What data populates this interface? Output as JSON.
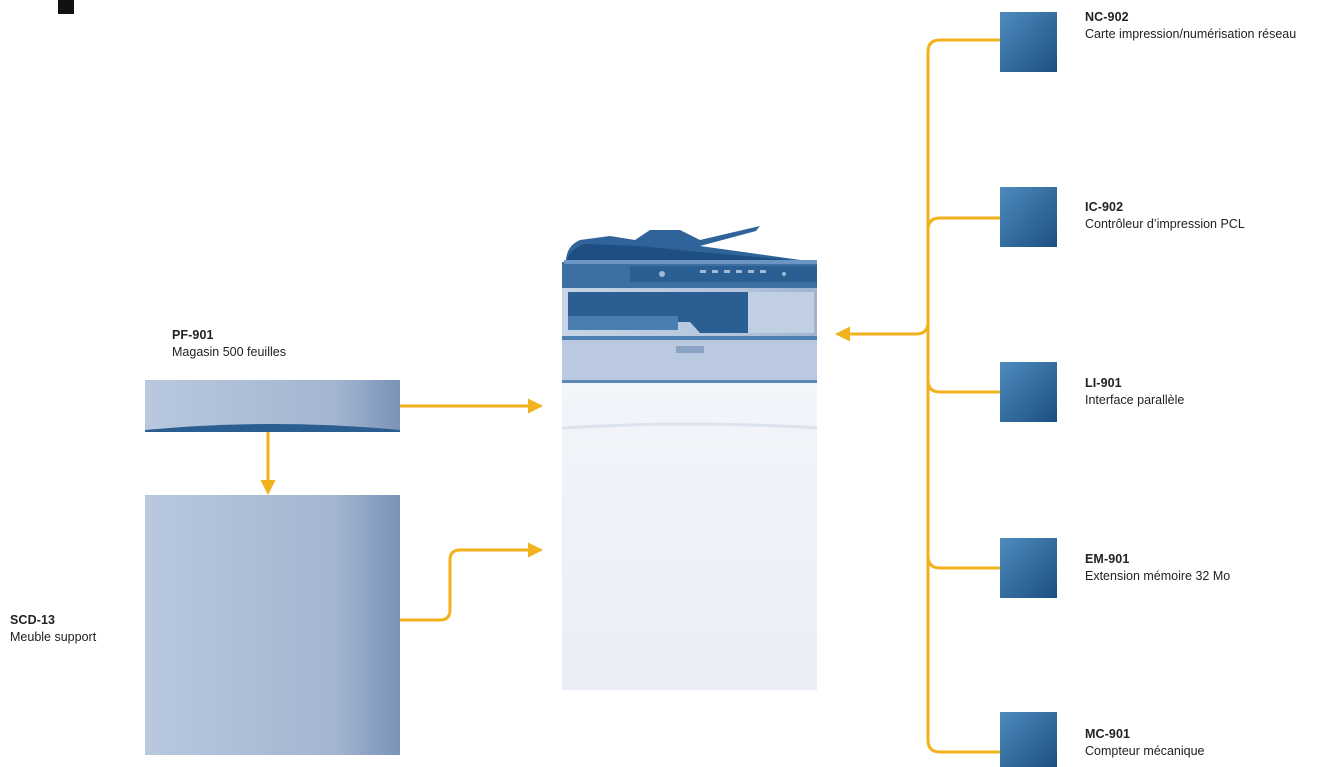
{
  "main_unit": {
    "name": "copier"
  },
  "accessories": [
    {
      "code": "NC-902",
      "description": "Carte impression/numérisation réseau"
    },
    {
      "code": "IC-902",
      "description": "Contrôleur d’impression PCL"
    },
    {
      "code": "LI-901",
      "description": "Interface parallèle"
    },
    {
      "code": "EM-901",
      "description": "Extension mémoire 32 Mo"
    },
    {
      "code": "MC-901",
      "description": "Compteur mécanique"
    }
  ],
  "paper_feed": {
    "code": "PF-901",
    "description": "Magasin 500 feuilles"
  },
  "stand": {
    "code": "SCD-13",
    "description": "Meuble support"
  },
  "colors": {
    "connector": "#f2b21c",
    "box_dark": "#1f5688",
    "box_light": "#4a84b6",
    "cabinet_light": "#b5c5dc",
    "cabinet_dark": "#8ea3c3"
  }
}
